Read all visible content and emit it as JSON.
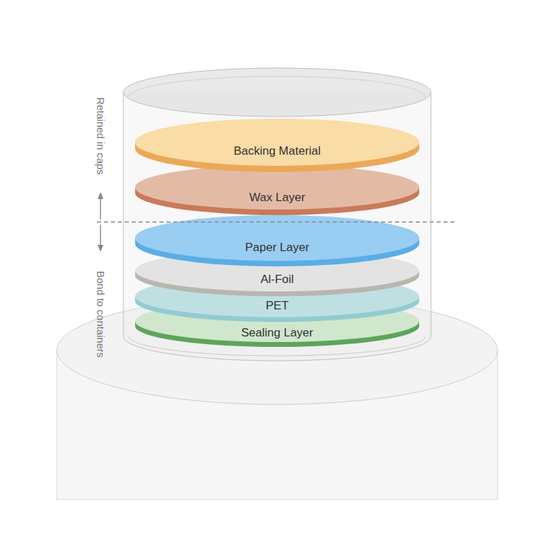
{
  "diagram": {
    "nodes": [
      {
        "text": [
          "Backing Material"
        ]
      },
      {
        "text": [
          "Wax Layer"
        ]
      },
      {
        "text": [
          "Paper Layer"
        ]
      },
      {
        "text": [
          "Al-Foil"
        ]
      },
      {
        "text": [
          "PET"
        ]
      },
      {
        "text": [
          "Sealing Layer"
        ]
      }
    ],
    "labels": [
      "Retained in caps",
      "Bond to containers"
    ]
  }
}
